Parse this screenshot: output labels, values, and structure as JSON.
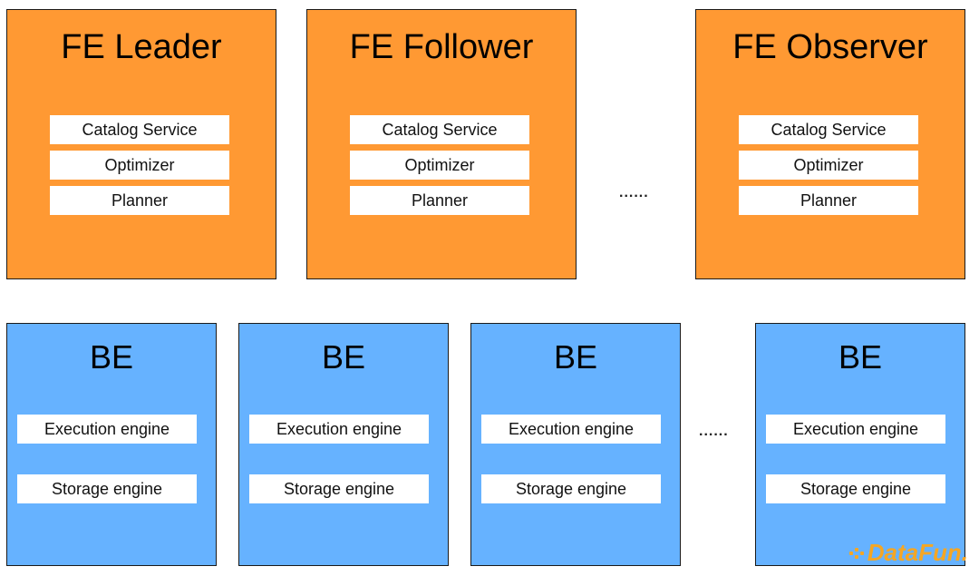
{
  "frontends": [
    {
      "title": "FE Leader",
      "modules": [
        "Catalog Service",
        "Optimizer",
        "Planner"
      ]
    },
    {
      "title": "FE Follower",
      "modules": [
        "Catalog Service",
        "Optimizer",
        "Planner"
      ]
    },
    {
      "title": "FE Observer",
      "modules": [
        "Catalog Service",
        "Optimizer",
        "Planner"
      ]
    }
  ],
  "backends": [
    {
      "title": "BE",
      "modules": [
        "Execution engine",
        "Storage engine"
      ]
    },
    {
      "title": "BE",
      "modules": [
        "Execution engine",
        "Storage engine"
      ]
    },
    {
      "title": "BE",
      "modules": [
        "Execution engine",
        "Storage engine"
      ]
    },
    {
      "title": "BE",
      "modules": [
        "Execution engine",
        "Storage engine"
      ]
    }
  ],
  "fe_ellipsis": "......",
  "be_ellipsis": "......",
  "watermark": "DataFun.",
  "colors": {
    "fe_fill": "#FF9933",
    "be_fill": "#66B2FF",
    "watermark": "#F5A623"
  }
}
